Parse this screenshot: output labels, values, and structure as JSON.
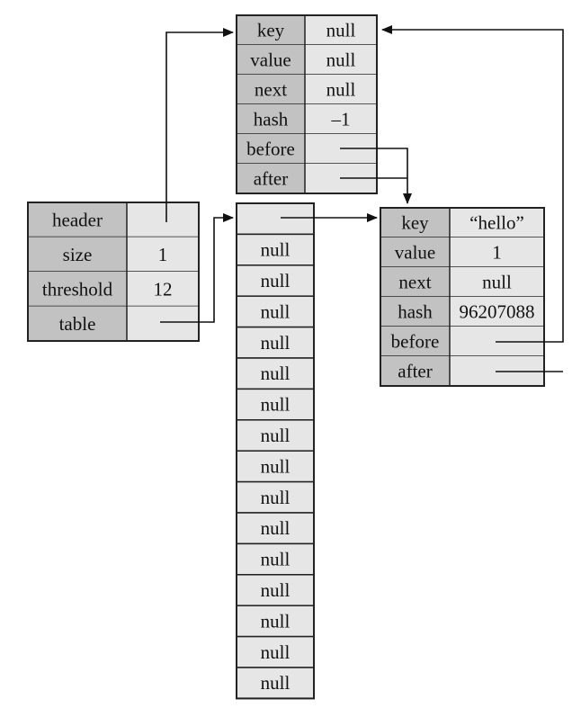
{
  "colors": {
    "key_cell": "#c2c2c2",
    "value_cell": "#e6e6e6",
    "stroke": "#222222",
    "background": "#ffffff"
  },
  "header_entry": {
    "rows": [
      {
        "key": "key",
        "value": "null"
      },
      {
        "key": "value",
        "value": "null"
      },
      {
        "key": "next",
        "value": "null"
      },
      {
        "key": "hash",
        "value": "–1"
      },
      {
        "key": "before",
        "value": ""
      },
      {
        "key": "after",
        "value": ""
      }
    ]
  },
  "map": {
    "rows": [
      {
        "key": "header",
        "value": ""
      },
      {
        "key": "size",
        "value": "1"
      },
      {
        "key": "threshold",
        "value": "12"
      },
      {
        "key": "table",
        "value": ""
      }
    ]
  },
  "table": {
    "slots": [
      "",
      "null",
      "null",
      "null",
      "null",
      "null",
      "null",
      "null",
      "null",
      "null",
      "null",
      "null",
      "null",
      "null",
      "null",
      "null"
    ]
  },
  "hello_entry": {
    "rows": [
      {
        "key": "key",
        "value": "“hello”"
      },
      {
        "key": "value",
        "value": "1"
      },
      {
        "key": "next",
        "value": "null"
      },
      {
        "key": "hash",
        "value": "96207088"
      },
      {
        "key": "before",
        "value": ""
      },
      {
        "key": "after",
        "value": ""
      }
    ]
  }
}
